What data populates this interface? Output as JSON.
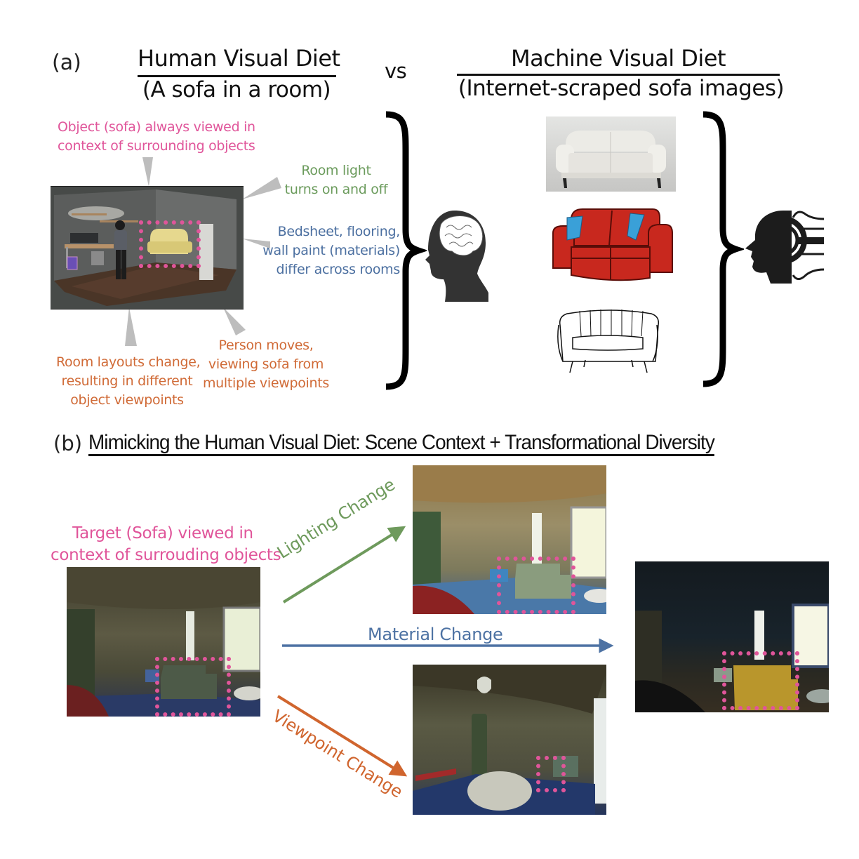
{
  "panel_a": {
    "label": "(a)",
    "human": {
      "title": "Human Visual Diet",
      "subtitle": "(A sofa in a room)"
    },
    "vs_label": "vs",
    "machine": {
      "title": "Machine Visual Diet",
      "subtitle": "(Internet-scraped sofa images)"
    },
    "annotations": {
      "context": {
        "lines": [
          "Object (sofa) always viewed in",
          "context of surrounding objects"
        ],
        "color": "#e0559a"
      },
      "lighting": {
        "lines": [
          "Room light",
          "turns on and off"
        ],
        "color": "#6b9b5c"
      },
      "materials": {
        "lines": [
          "Bedsheet, flooring,",
          "wall paint (materials)",
          "differ across rooms"
        ],
        "color": "#4b6fa0"
      },
      "layout": {
        "lines": [
          "Room layouts change,",
          "resulting in different",
          "object viewpoints"
        ],
        "color": "#d06a36"
      },
      "viewpoint": {
        "lines": [
          "Person moves,",
          "viewing sofa from",
          "multiple viewpoints"
        ],
        "color": "#d06a36"
      }
    },
    "images": {
      "room_scene": "3D room render with person walking toward yellow sofa (sofa highlighted)",
      "sofa_photo": "white classic sofa photo",
      "sofa_cartoon": "red cartoon sofa with blue cushions",
      "sofa_sketch": "line-drawing sofa"
    },
    "icons": [
      "brace-icon",
      "human-head-brain-icon",
      "robot-head-icon"
    ]
  },
  "panel_b": {
    "label": "(b)",
    "title": "Mimicking the Human Visual Diet: Scene Context + Transformational Diversity",
    "target_caption": [
      "Target (Sofa) viewed in",
      "context of surrouding objects"
    ],
    "arrows": [
      {
        "label": "Lighting Change",
        "color": "#6e9a5c"
      },
      {
        "label": "Material Change",
        "color": "#4d72a3"
      },
      {
        "label": "Viewpoint Change",
        "color": "#d0652e"
      }
    ],
    "highlight_color": "#e0559a"
  }
}
